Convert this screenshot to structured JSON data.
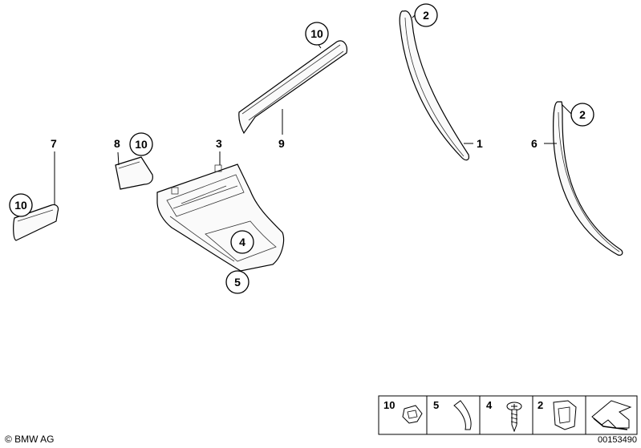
{
  "diagram": {
    "callouts": {
      "c2_top": "2",
      "c2_right": "2",
      "c10_top": "10",
      "c10_mid": "10",
      "c10_left": "10",
      "c4": "4",
      "c5": "5"
    },
    "labels": {
      "l1": "1",
      "l3": "3",
      "l6": "6",
      "l7": "7",
      "l8": "8",
      "l9": "9"
    }
  },
  "legend": {
    "items": [
      {
        "number": "10",
        "icon": "clip-icon"
      },
      {
        "number": "5",
        "icon": "strip-icon"
      },
      {
        "number": "4",
        "icon": "screw-icon"
      },
      {
        "number": "2",
        "icon": "clamp-icon"
      }
    ],
    "arrow_icon": "arrow-icon"
  },
  "footer": {
    "copyright": "© BMW AG",
    "reference": "00153490"
  }
}
